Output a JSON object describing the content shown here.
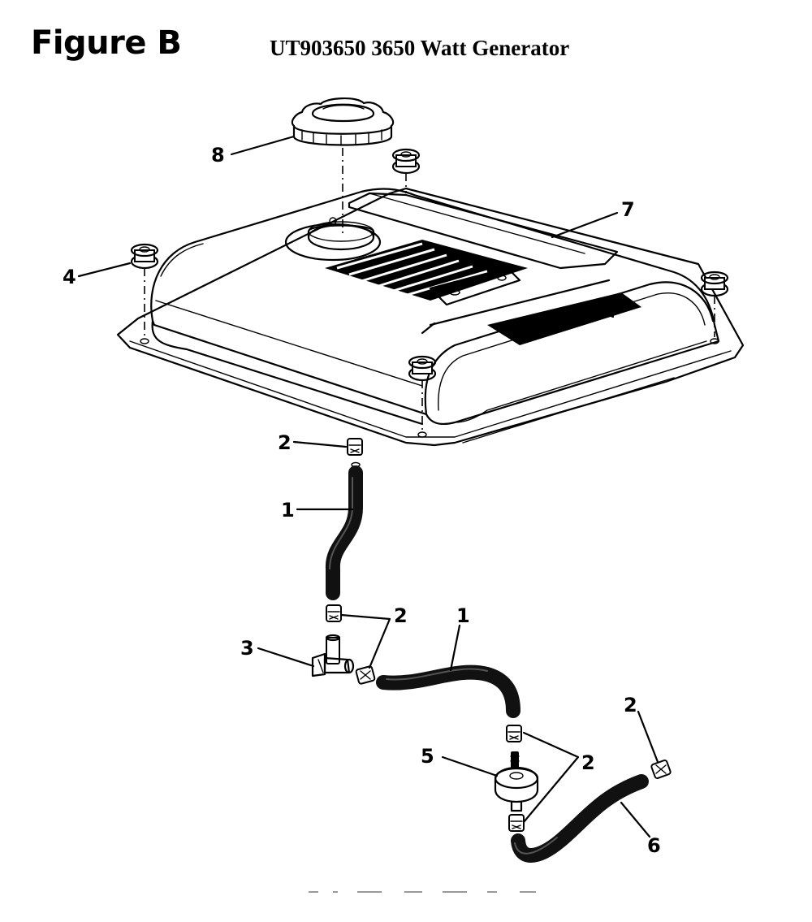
{
  "figure": {
    "label": "Figure B",
    "title": "UT903650 3650 Watt Generator"
  },
  "callouts": {
    "c1a": "1",
    "c1b": "1",
    "c2a": "2",
    "c2b": "2",
    "c2c": "2",
    "c2d": "2",
    "c3": "3",
    "c4": "4",
    "c5": "5",
    "c6": "6",
    "c7": "7",
    "c8": "8"
  }
}
